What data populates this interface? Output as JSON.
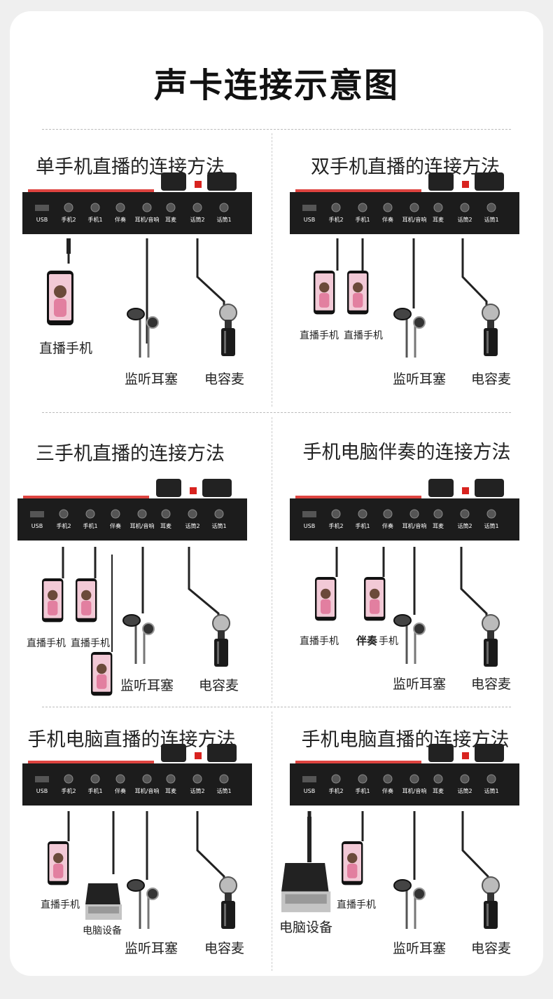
{
  "title": "声卡连接示意图",
  "ports": [
    "USB",
    "手机2",
    "手机1",
    "伴奏",
    "耳机/音响",
    "耳麦",
    "话筒2",
    "话筒1"
  ],
  "panels": [
    {
      "title": "单手机直播的连接方法",
      "labels": [
        "直播手机",
        "监听耳塞",
        "电容麦"
      ]
    },
    {
      "title": "双手机直播的连接方法",
      "labels": [
        "直播手机",
        "直播手机",
        "监听耳塞",
        "电容麦"
      ]
    },
    {
      "title": "三手机直播的连接方法",
      "labels": [
        "直播手机",
        "直播手机",
        "监听耳塞",
        "电容麦"
      ]
    },
    {
      "title": "手机电脑伴奏的连接方法",
      "labels": [
        "直播手机",
        "伴奏",
        "手机",
        "监听耳塞",
        "电容麦"
      ]
    },
    {
      "title": "手机电脑直播的连接方法",
      "labels": [
        "直播手机",
        "电脑设备",
        "监听耳塞",
        "电容麦"
      ]
    },
    {
      "title": "手机电脑直播的连接方法",
      "labels": [
        "电脑设备",
        "直播手机",
        "监听耳塞",
        "电容麦"
      ]
    }
  ],
  "colors": {
    "device": "#1c1c1c",
    "knob_accent": "#d8231f",
    "cable": "#2a2a2a"
  }
}
